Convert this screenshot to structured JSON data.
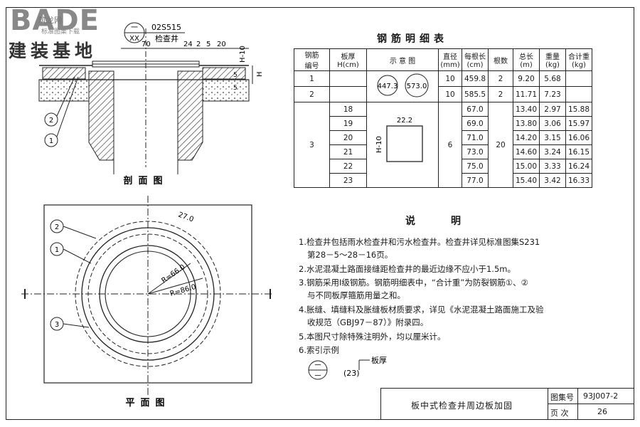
{
  "logo": {
    "main": "BADE",
    "sub": "建装基地",
    "line1": "筑龙网",
    "line2": "标准图集下载"
  },
  "section": {
    "index_top": "一",
    "index_bottom": "XX",
    "std_ref": "02S515",
    "std_name": "检查井",
    "dims": [
      "70",
      "24",
      "2",
      "5",
      "20",
      "H-10",
      "H",
      "5",
      "5"
    ],
    "callout_1": "1",
    "callout_2": "2",
    "label": "剖面图"
  },
  "plan": {
    "dim_top": "27.0",
    "r_inner": "R=66.0",
    "r_outer": "R=86.0",
    "callout_1": "1",
    "callout_2": "2",
    "callout_3": "3",
    "label": "平面图"
  },
  "rebar_table": {
    "title": "钢筋明细表",
    "headers": {
      "bar_no": [
        "钢筋",
        "编号"
      ],
      "thickness": [
        "板厚",
        "H(cm)"
      ],
      "diagram": "示 意 图",
      "diameter": [
        "直径",
        "(mm)"
      ],
      "length_each": [
        "每根长",
        "(cm)"
      ],
      "count": "根数",
      "total_length": [
        "总长",
        "(m)"
      ],
      "weight": [
        "重量",
        "(kg)"
      ],
      "total_weight": [
        "合计重",
        "(kg)"
      ]
    },
    "ring_labels": {
      "r1": "447.3",
      "r2": "573.0"
    },
    "rect_labels": {
      "top": "22.2",
      "side": "H-10"
    },
    "rows": [
      {
        "no": "1",
        "thickness": "",
        "diameter": "10",
        "length": "459.8",
        "count": "2",
        "total_len": "9.20",
        "weight": "5.68",
        "sum": ""
      },
      {
        "no": "2",
        "thickness": "",
        "diameter": "10",
        "length": "585.5",
        "count": "2",
        "total_len": "11.71",
        "weight": "7.23",
        "sum": ""
      }
    ],
    "bar3": {
      "no": "3",
      "diameter": "6",
      "count": "20",
      "rows": [
        {
          "thickness": "18",
          "length": "67.0",
          "total_len": "13.40",
          "weight": "2.97",
          "sum": "15.88"
        },
        {
          "thickness": "19",
          "length": "69.0",
          "total_len": "13.80",
          "weight": "3.06",
          "sum": "15.97"
        },
        {
          "thickness": "20",
          "length": "71.0",
          "total_len": "14.20",
          "weight": "3.15",
          "sum": "16.06"
        },
        {
          "thickness": "21",
          "length": "73.0",
          "total_len": "14.60",
          "weight": "3.24",
          "sum": "16.15"
        },
        {
          "thickness": "22",
          "length": "75.0",
          "total_len": "15.00",
          "weight": "3.33",
          "sum": "16.24"
        },
        {
          "thickness": "23",
          "length": "77.0",
          "total_len": "15.40",
          "weight": "3.42",
          "sum": "16.33"
        }
      ]
    }
  },
  "notes": {
    "title": "说明",
    "items": [
      "1.检查井包括雨水检查井和污水检查井。检查井详见标准图集S231",
      "第28－5～28－16页。",
      "2.水泥混凝土路面接缝距检查井的最近边缘不应小于1.5m。",
      "3.钢筋采用Ⅰ级钢筋。钢筋明细表中，“合计重”为防裂钢筋①、②",
      "与不同板厚箍筋用量之和。",
      "4.胀缝、填缝料及胀缝板材质要求，详见《水泥混凝土路面施工及验",
      "收规范（GBJ97－87）》附录四。",
      "5.本图尺寸除特殊注明外，均以厘米计。",
      "6.索引示例"
    ],
    "example": {
      "top": "一",
      "bottom": "一",
      "below": "(23)",
      "label": "板厚"
    }
  },
  "title_block": {
    "title": "板中式检查井周边板加固",
    "atlas_label": "图集号",
    "atlas_value": "93J007-2",
    "page_label": "页  次",
    "page_value": "26"
  }
}
